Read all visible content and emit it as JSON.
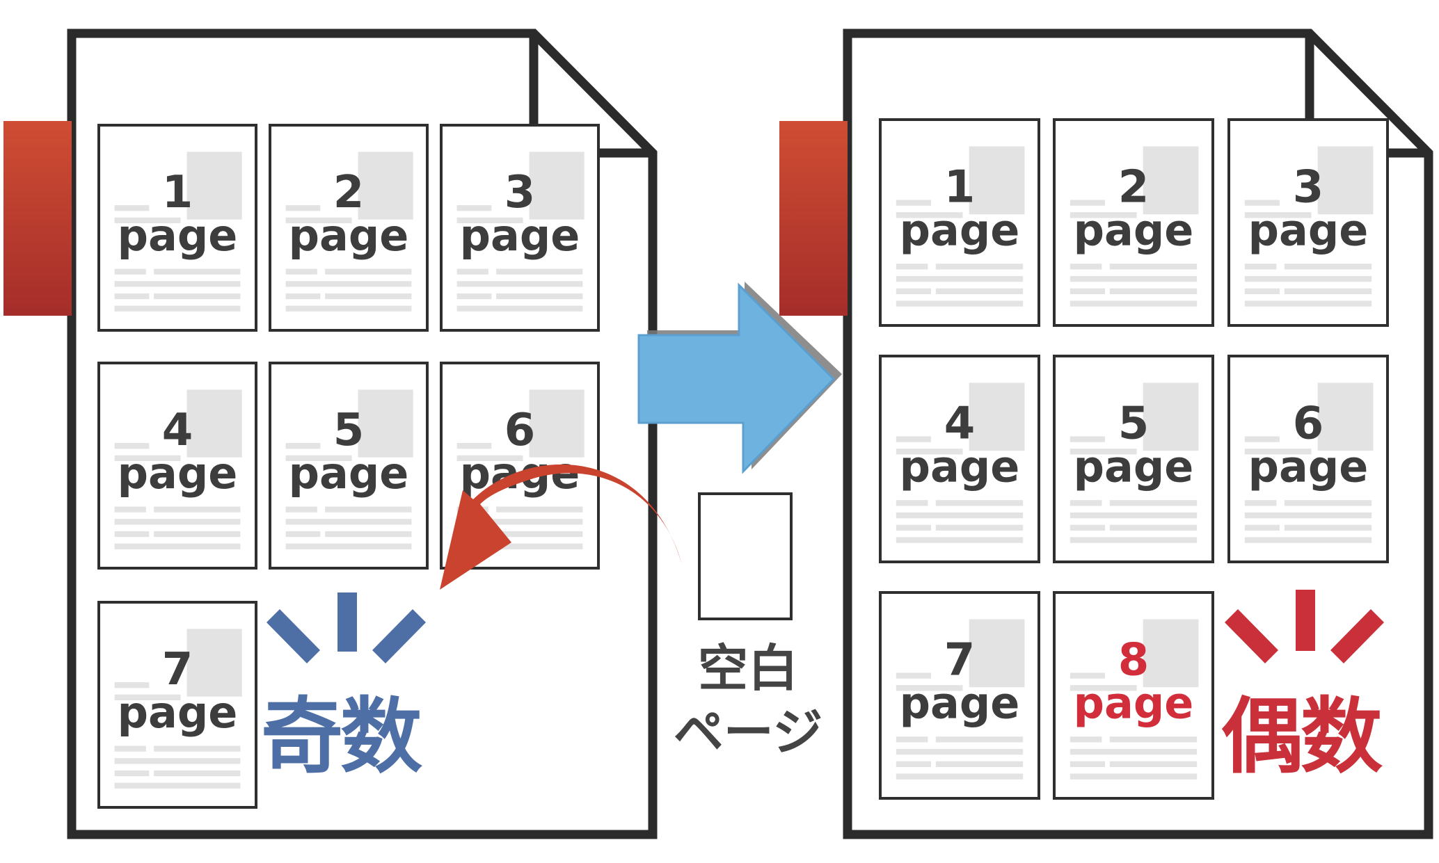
{
  "left_document": {
    "pages": [
      {
        "number": "1",
        "label": "page"
      },
      {
        "number": "2",
        "label": "page"
      },
      {
        "number": "3",
        "label": "page"
      },
      {
        "number": "4",
        "label": "page"
      },
      {
        "number": "5",
        "label": "page"
      },
      {
        "number": "6",
        "label": "page"
      },
      {
        "number": "7",
        "label": "page"
      }
    ],
    "total_label": "奇数"
  },
  "blank_page": {
    "line1": "空白",
    "line2": "ページ"
  },
  "right_document": {
    "pages": [
      {
        "number": "1",
        "label": "page"
      },
      {
        "number": "2",
        "label": "page"
      },
      {
        "number": "3",
        "label": "page"
      },
      {
        "number": "4",
        "label": "page"
      },
      {
        "number": "5",
        "label": "page"
      },
      {
        "number": "6",
        "label": "page"
      },
      {
        "number": "7",
        "label": "page"
      },
      {
        "number": "8",
        "label": "page",
        "highlight": true
      }
    ],
    "total_label": "偶数"
  },
  "colors": {
    "band_top": "#c84a32",
    "band_bottom": "#a8302c",
    "odd_blue": "#4e6fa6",
    "even_red": "#c9303a",
    "arrow_blue": "#6eb3e0",
    "curved_arrow": "#c9432f",
    "outline": "#2b2b2b"
  },
  "icons": [
    "right-arrow-icon",
    "curved-arrow-icon",
    "emphasis-marks-icon"
  ]
}
